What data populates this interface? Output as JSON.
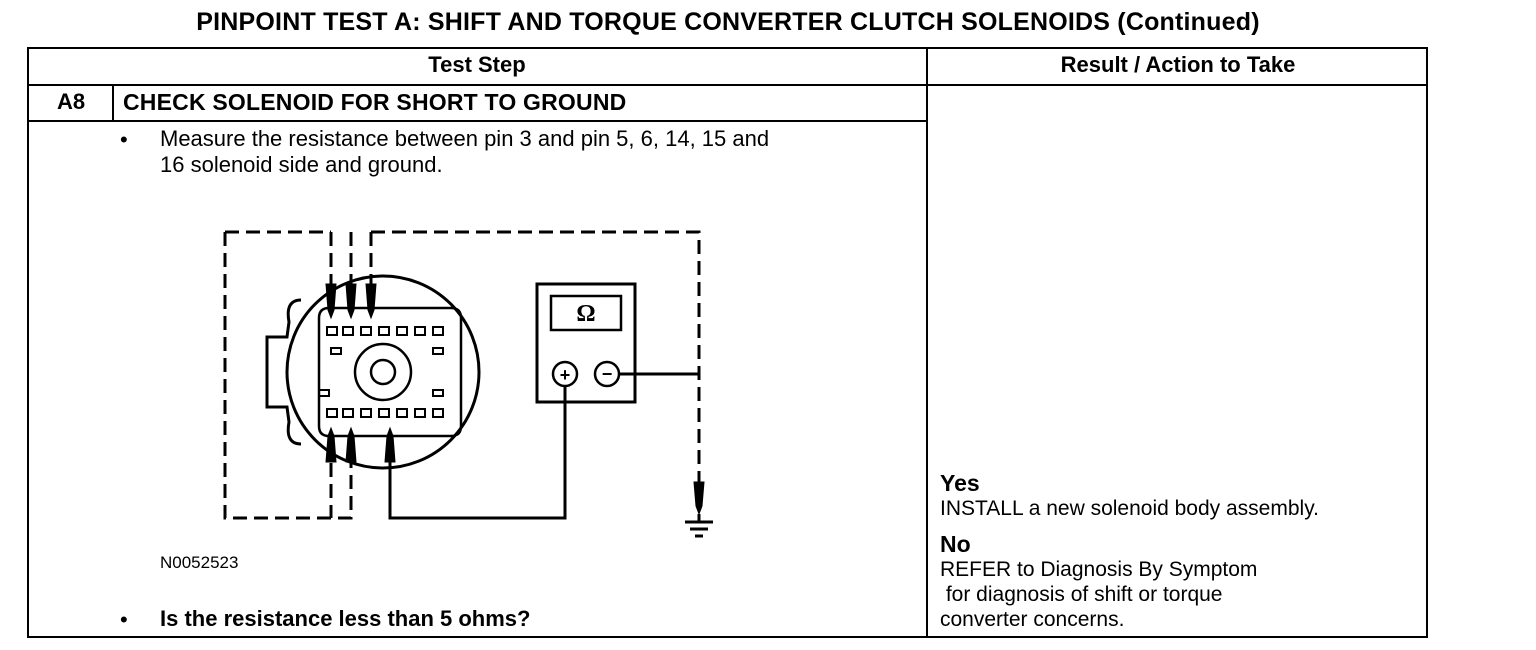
{
  "title": "PINPOINT TEST  A: SHIFT AND TORQUE CONVERTER CLUTCH SOLENOIDS (Continued)",
  "table": {
    "headers": {
      "test_step": "Test Step",
      "result_action": "Result / Action to Take"
    },
    "step": {
      "id": "A8",
      "title": "CHECK SOLENOID FOR SHORT TO GROUND",
      "bullet_glyph": "•",
      "instruction_line1": "Measure the resistance between pin 3 and pin 5, 6, 14, 15 and",
      "instruction_line2": "16 solenoid side and ground.",
      "figure_id": "N0052523",
      "question": "Is the resistance less than 5 ohms?"
    },
    "results": {
      "yes_label": "Yes",
      "yes_action": "INSTALL a new solenoid body assembly.",
      "no_label": "No",
      "no_action_line1": "REFER to Diagnosis By Symptom",
      "no_action_line2": " for diagnosis of shift or torque",
      "no_action_line3": "converter concerns."
    }
  },
  "diagram": {
    "meter_symbol": "Ω",
    "plus_symbol": "+",
    "minus_symbol": "−",
    "icons": [
      "connector-icon",
      "multimeter-icon",
      "ground-icon",
      "probe-icon"
    ]
  }
}
